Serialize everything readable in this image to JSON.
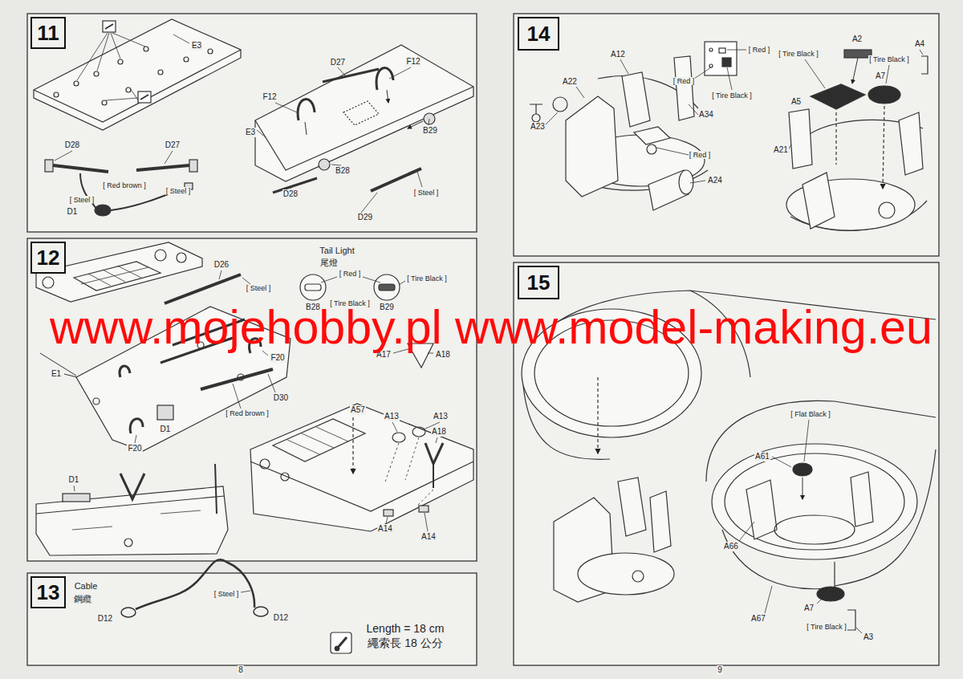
{
  "diagram": {
    "nodes": [
      {
        "text": [
          "11"
        ]
      },
      {
        "text": [
          "12"
        ]
      },
      {
        "text": [
          "13"
        ]
      },
      {
        "text": [
          "14"
        ]
      },
      {
        "text": [
          "15"
        ]
      }
    ],
    "labels": [
      "E3",
      "D28",
      "D27",
      "[ Red brown ]",
      "[ Steel ]",
      "[ Steel ]",
      "D1",
      "D27",
      "F12",
      "F12",
      "E3",
      "B29",
      "B28",
      "D28",
      "D29",
      "[ Steel ]",
      "D26",
      "Tail Light",
      "尾燈",
      "[ Steel ]",
      "[ Red ]",
      "[ Tire Black ]",
      "B28",
      "[ Tire Black ]",
      "B29",
      "A17",
      "A18",
      "F20",
      "E1",
      "D30",
      "A57",
      "A13",
      "A13",
      "[ Red brown ]",
      "D1",
      "A18",
      "F20",
      "D1",
      "A14",
      "A14",
      "Cable",
      "鋼纜",
      "[ Steel ]",
      "D12",
      "D12",
      "Length = 18 cm",
      "繩索長 18 公分",
      "A12",
      "[ Red ]",
      "[ Red ]",
      "[ Tire Black ]",
      "A2",
      "[ Tire Black ]",
      "[ Tire Black ]",
      "A4",
      "A7",
      "A5",
      "A22",
      "A23",
      "A34",
      "A21",
      "[ Red ]",
      "A24",
      "[ Flat Black ]",
      "A61",
      "A66",
      "A67",
      "A7",
      "[ Tire Black ]",
      "A3",
      "8",
      "9",
      "www.mojehobby.pl www.model-making.eu"
    ]
  }
}
